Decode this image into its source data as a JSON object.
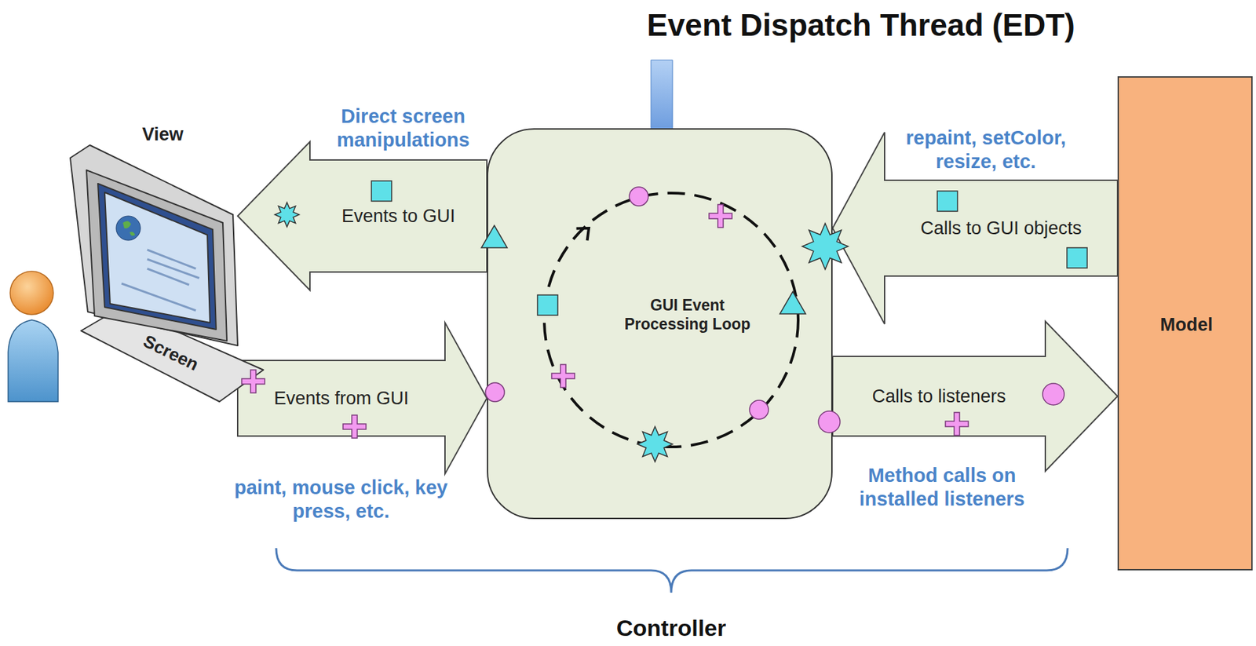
{
  "diagram": {
    "title": "Event Dispatch Thread (EDT)",
    "nodes": [
      {
        "text": [
          "View",
          "Screen"
        ]
      },
      {
        "text": [
          "GUI Event Processing Loop"
        ]
      },
      {
        "text": [
          "Model"
        ]
      }
    ],
    "edges": [
      {
        "from": 1,
        "to": 0,
        "arrow": "to",
        "label": "Events to GUI"
      },
      {
        "from": 0,
        "to": 1,
        "arrow": "to",
        "label": "Events from GUI"
      },
      {
        "from": 2,
        "to": 1,
        "arrow": "to",
        "label": "Calls to GUI objects"
      },
      {
        "from": 1,
        "to": 2,
        "arrow": "to",
        "label": "Calls to listeners"
      }
    ],
    "labels": [
      "Direct screen manipulations",
      "paint, mouse click, key press, etc.",
      "repaint, setColor, resize, etc.",
      "Method calls on installed listeners",
      "Controller"
    ]
  }
}
